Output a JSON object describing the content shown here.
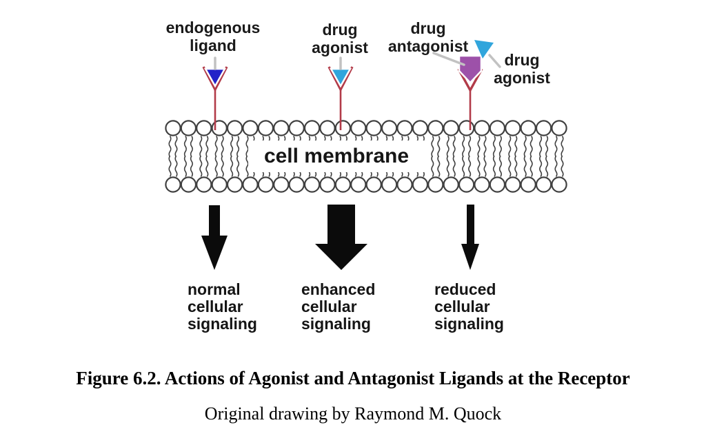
{
  "figure": {
    "caption": "Figure 6.2. Actions of Agonist and Antagonist Ligands at the Receptor",
    "credit": "Original drawing by Raymond M. Quock"
  },
  "diagram": {
    "membrane_label": "cell membrane",
    "ligand_labels": {
      "endogenous": {
        "line1": "endogenous",
        "line2": "ligand"
      },
      "agonist_center": {
        "line1": "drug",
        "line2": "agonist"
      },
      "antagonist": {
        "line1": "drug",
        "line2": "antagonist"
      },
      "agonist_right": {
        "line1": "drug",
        "line2": "agonist"
      }
    },
    "outcomes": [
      {
        "line1": "normal",
        "line2": "cellular",
        "line3": "signaling"
      },
      {
        "line1": "enhanced",
        "line2": "cellular",
        "line3": "signaling"
      },
      {
        "line1": "reduced",
        "line2": "cellular",
        "line3": "signaling"
      }
    ]
  },
  "colors": {
    "background": "#ffffff",
    "text": "#1a1a1a",
    "receptor_red": "#b23b49",
    "endogenous_ligand_blue": "#2323c8",
    "drug_agonist_blue": "#31a5dc",
    "drug_antagonist_purple": "#9d51a9",
    "arrow_black": "#0b0b0b",
    "membrane_outline": "#404040",
    "connector_gray": "#c2c2c2"
  }
}
